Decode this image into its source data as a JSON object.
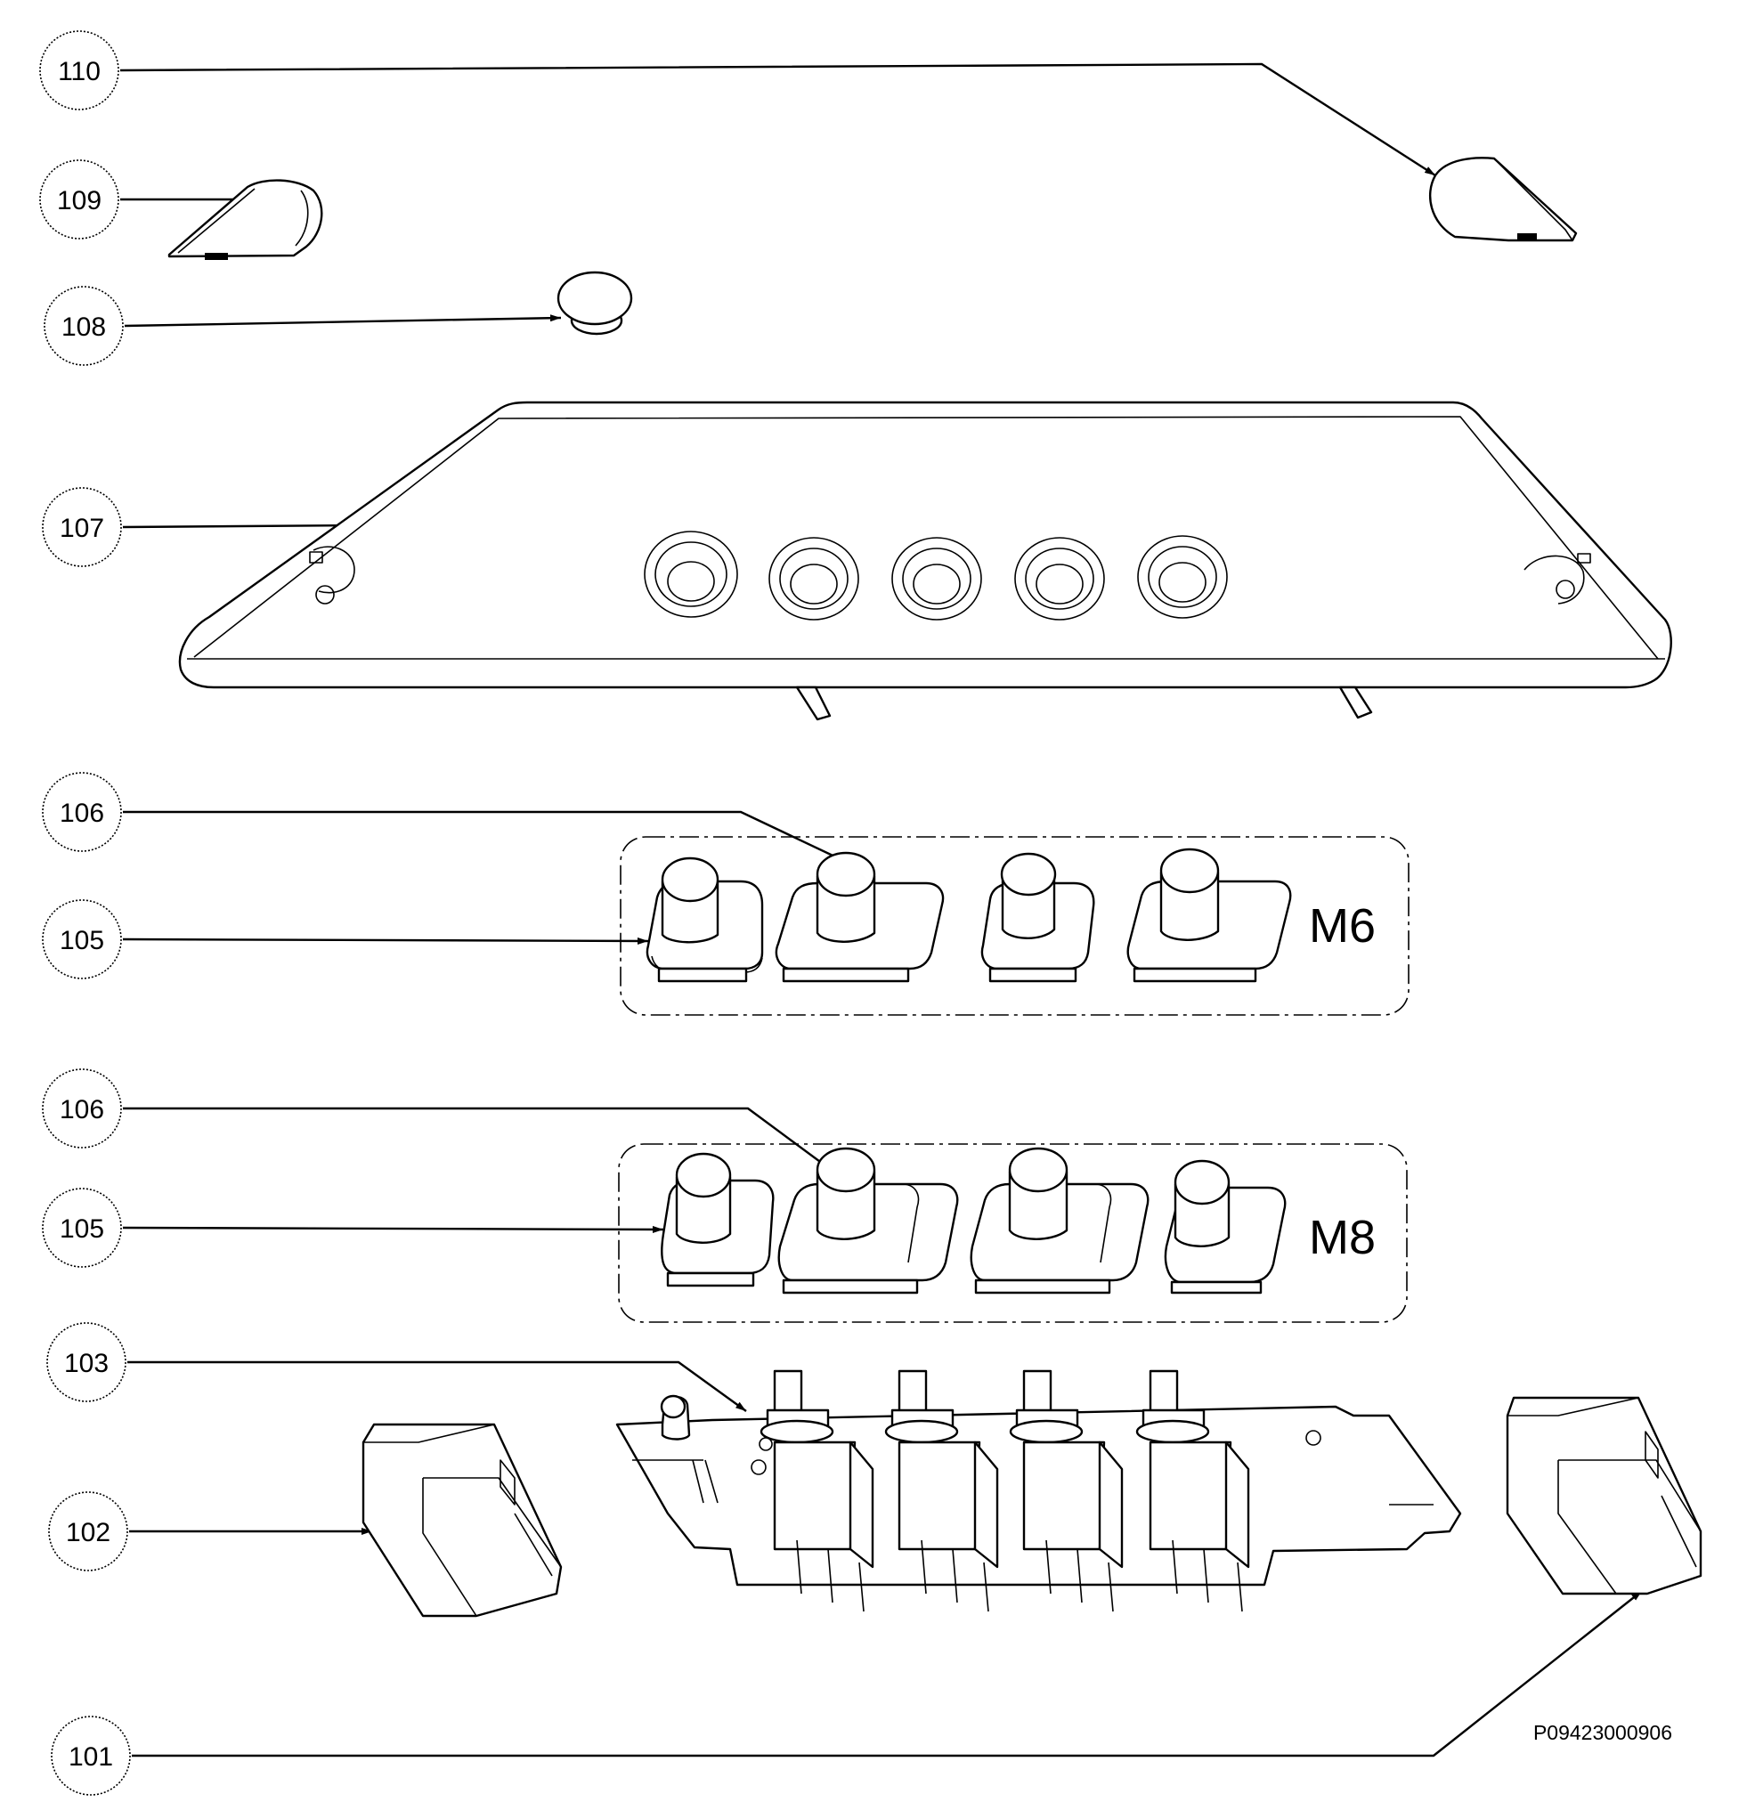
{
  "callouts": {
    "c110": "110",
    "c109": "109",
    "c108": "108",
    "c107": "107",
    "c106a": "106",
    "c105a": "105",
    "c106b": "106",
    "c105b": "105",
    "c103": "103",
    "c102": "102",
    "c101": "101"
  },
  "variants": {
    "top": "M6",
    "bottom": "M8"
  },
  "reference_code": "P09423000906"
}
